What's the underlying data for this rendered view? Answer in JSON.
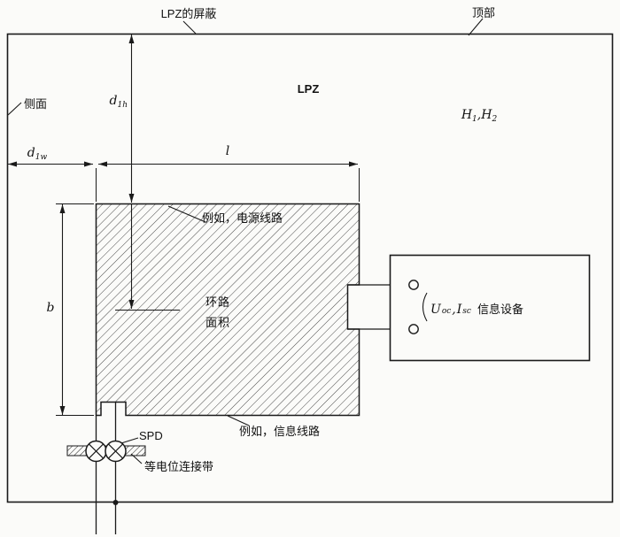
{
  "page": {
    "background": "#fbfbf9",
    "line_color": "#1a1a1a"
  },
  "labels": {
    "shield": "LPZ的屏蔽",
    "roof": "顶部",
    "wall": "侧面",
    "zone": "LPZ",
    "field": {
      "var1": "H",
      "sub1": "1",
      "comma": ",",
      "var2": "H",
      "sub2": "2"
    },
    "loop_area": {
      "line1": "环路",
      "line2": "面积"
    },
    "power_line_example": "例如，电源线路",
    "telecom_line_example": "例如，信息线路",
    "spd": "SPD",
    "bonding_bar": "等电位连接带",
    "equipment": {
      "var1": "U",
      "sub1": "oc",
      "comma": ",",
      "var2": "I",
      "sub2": "sc",
      "name": "信息设备"
    }
  },
  "dimensions": {
    "d1h": {
      "var": "d",
      "sub": "1h"
    },
    "d1w": {
      "var": "d",
      "sub": "1w"
    },
    "length": "l",
    "width": "b"
  }
}
